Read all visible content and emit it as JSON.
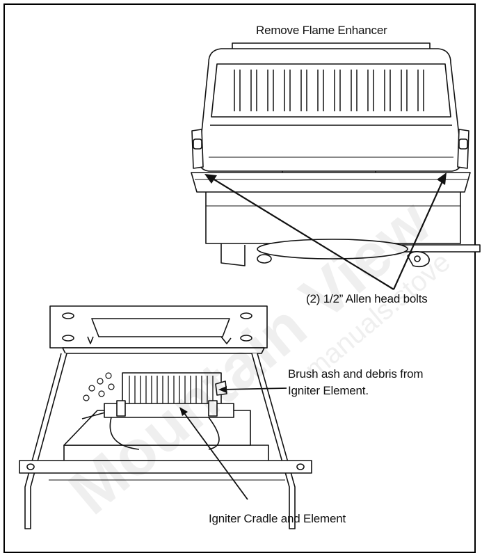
{
  "labels": {
    "top": "Remove Flame Enhancer",
    "bolts": "(2) 1/2” Allen head bolts",
    "brush_line1": "Brush ash and debris from",
    "brush_line2": "Igniter Element.",
    "cradle": "Igniter Cradle and Element"
  },
  "watermark": {
    "main": "Mountain View",
    "sub": "manuals.stove"
  },
  "colors": {
    "line": "#111111",
    "fill": "#ffffff",
    "border": "#000000"
  }
}
